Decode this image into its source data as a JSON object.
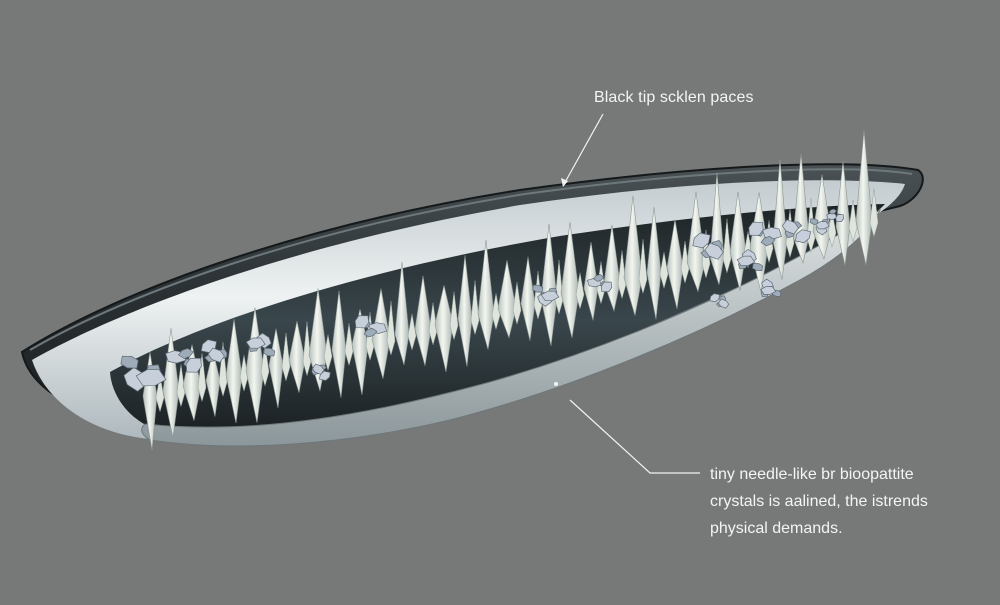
{
  "annotations": {
    "top": "Black tip scklen paces",
    "bottom_lines": [
      "tiny needle-like br bioopattite",
      "crystals is aalined, the istrends",
      "physical demands."
    ]
  },
  "colors": {
    "background": "#777878",
    "outer_shell": "#2e3436",
    "inner_body": "#d9dfe0",
    "needles": "#e9eee6",
    "crystals": "#b9c3cd",
    "leader_lines": "#f2f2f2",
    "text": "#f4f4f4"
  }
}
